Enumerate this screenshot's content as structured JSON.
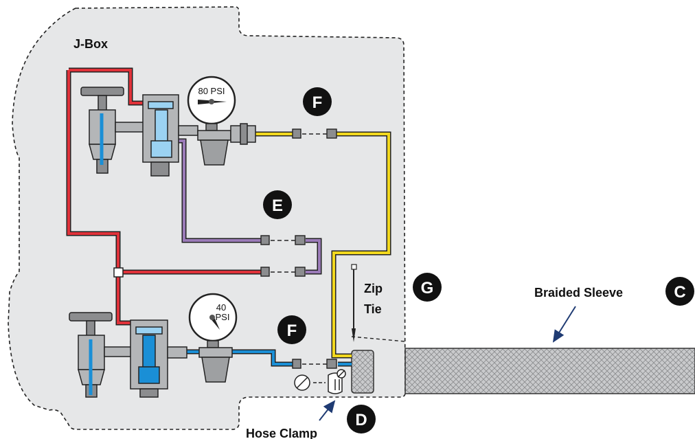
{
  "labels": {
    "jbox": "J-Box",
    "zip_tie_line1": "Zip",
    "zip_tie_line2": "Tie",
    "braided_sleeve": "Braided Sleeve",
    "hose_clamp": "Hose Clamp"
  },
  "gauges": {
    "upper": {
      "line1": "80 PSI"
    },
    "lower": {
      "line1": "40",
      "line2": "PSI"
    }
  },
  "callouts": {
    "f_upper": "F",
    "e": "E",
    "f_lower": "F",
    "g": "G",
    "c": "C",
    "d": "D"
  },
  "colors": {
    "jbox_fill": "#e6e7e8",
    "red_line": "#e0323a",
    "purple_line": "#9b7bb8",
    "yellow_line": "#f2d81e",
    "blue_line": "#1a8fd6",
    "callout_fill": "#111111",
    "sleeve": "#c9cacc"
  }
}
